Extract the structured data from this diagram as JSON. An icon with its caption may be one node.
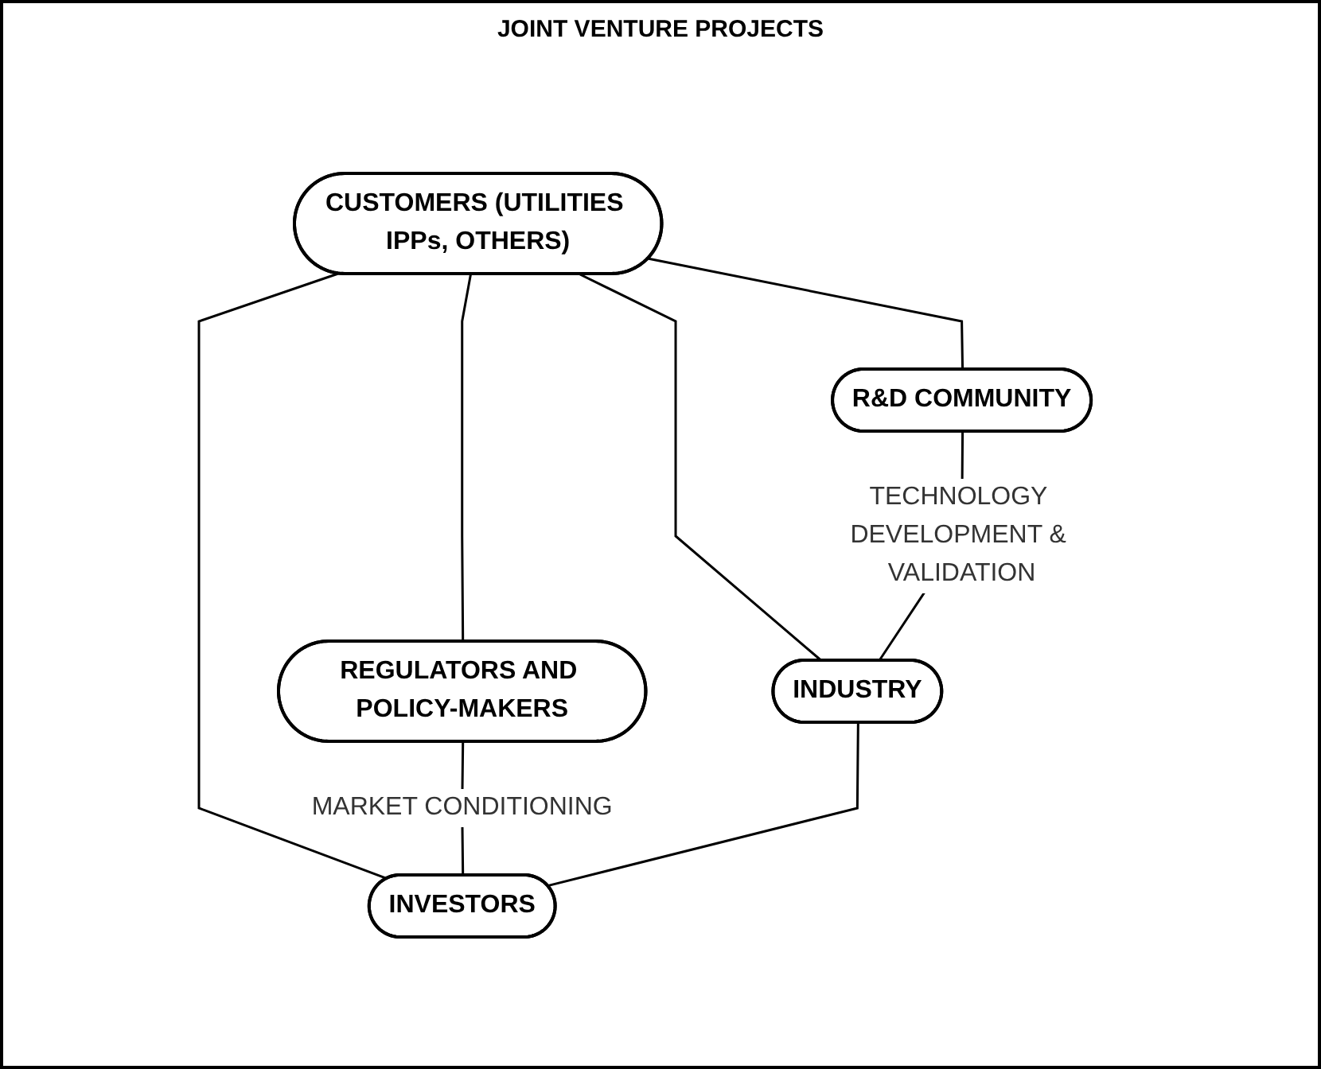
{
  "diagram": {
    "nodes": [
      {
        "text": [
          "CUSTOMERS (UTILITIES IPPs, OTHERS)"
        ]
      },
      {
        "text": [
          "R&D COMMUNITY"
        ]
      },
      {
        "text": [
          "REGULATORS AND POLICY-MAKERS"
        ]
      },
      {
        "text": [
          "INDUSTRY"
        ]
      },
      {
        "text": [
          "INVESTORS"
        ]
      }
    ],
    "edges": [
      {
        "from": 0,
        "to": 1,
        "arrow": "none"
      },
      {
        "from": 0,
        "to": 3,
        "arrow": "none"
      },
      {
        "from": 0,
        "to": 4,
        "arrow": "none"
      },
      {
        "from": 0,
        "to": 2,
        "arrow": "none"
      },
      {
        "from": 1,
        "to": 3,
        "arrow": "none",
        "label": "TECHNOLOGY DEVELOPMENT & VALIDATION"
      },
      {
        "from": 2,
        "to": 4,
        "arrow": "none",
        "label": "MARKET CONDITIONING"
      },
      {
        "from": 3,
        "to": 4,
        "arrow": "none"
      }
    ],
    "labels": [
      "JOINT VENTURE PROJECTS"
    ]
  }
}
